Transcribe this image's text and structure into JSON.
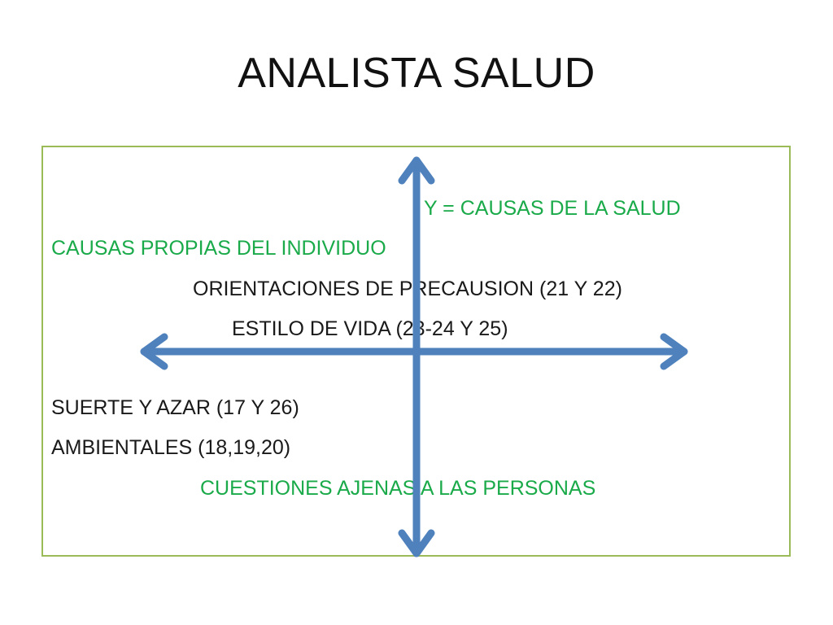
{
  "slide": {
    "title": "ANALISTA SALUD"
  },
  "diagram": {
    "y_axis_label": "Y = CAUSAS DE LA SALUD",
    "top_left_label": "CAUSAS PROPIAS DEL INDIVIDUO",
    "item_precaution": "ORIENTACIONES DE PRECAUSION  (21 Y 22)",
    "item_lifestyle": "ESTILO DE VIDA   (23-24 Y 25)",
    "item_luck": "SUERTE Y AZAR (17 Y 26)",
    "item_environment": "AMBIENTALES (18,19,20)",
    "bottom_label": "CUESTIONES AJENAS A LAS PERSONAS"
  },
  "colors": {
    "axis": "#4f81bd",
    "border": "#9bbb59",
    "green_text": "#1aaa4a"
  }
}
